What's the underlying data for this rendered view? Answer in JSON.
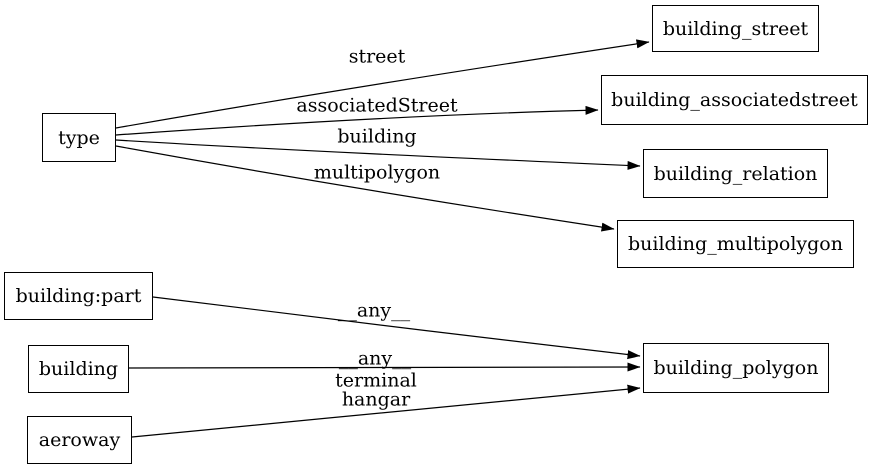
{
  "diagram": {
    "type": "directed-graph",
    "colors": {
      "background": "#ffffff",
      "stroke": "#000000",
      "text": "#000000"
    },
    "nodes": [
      {
        "label": "type"
      },
      {
        "label": "building:part"
      },
      {
        "label": "building"
      },
      {
        "label": "aeroway"
      },
      {
        "label": "building_street"
      },
      {
        "label": "building_associatedstreet"
      },
      {
        "label": "building_relation"
      },
      {
        "label": "building_multipolygon"
      },
      {
        "label": "building_polygon"
      }
    ],
    "edges": [
      {
        "from": "type",
        "to": "building_street",
        "label": "street"
      },
      {
        "from": "type",
        "to": "building_associatedstreet",
        "label": "associatedStreet"
      },
      {
        "from": "type",
        "to": "building_relation",
        "label": "building"
      },
      {
        "from": "type",
        "to": "building_multipolygon",
        "label": "multipolygon"
      },
      {
        "from": "building:part",
        "to": "building_polygon",
        "label": "__any__"
      },
      {
        "from": "building",
        "to": "building_polygon",
        "label": "__any__"
      },
      {
        "from": "aeroway",
        "to": "building_polygon",
        "label_lines": [
          "terminal",
          "hangar"
        ]
      }
    ]
  }
}
